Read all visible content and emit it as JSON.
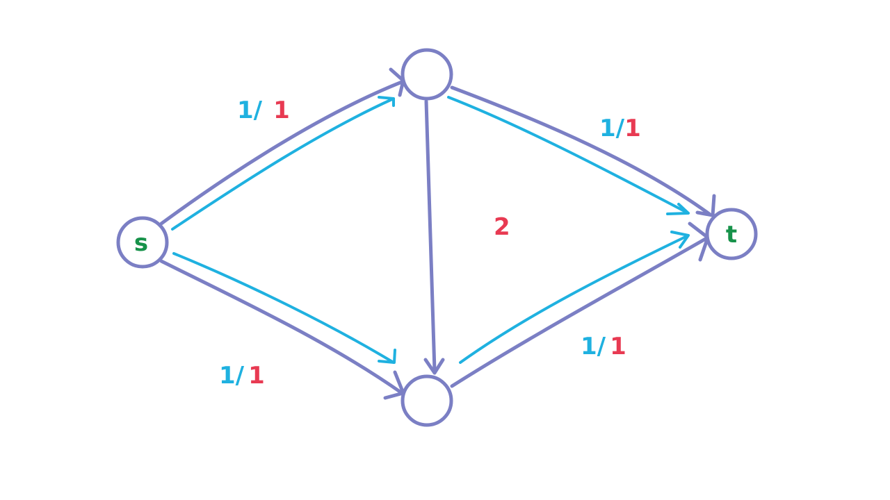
{
  "colors": {
    "edge": "#7b7fc4",
    "flow": "#1fb1e0",
    "capacity": "#e83a52",
    "node_label": "#17924a",
    "background": "#ffffff"
  },
  "nodes": {
    "s": {
      "label": "s"
    },
    "a": {
      "label": ""
    },
    "b": {
      "label": ""
    },
    "t": {
      "label": "t"
    }
  },
  "edges": {
    "s_a": {
      "flow": "1/",
      "capacity": "1"
    },
    "a_t": {
      "flow": "1/",
      "capacity": "1"
    },
    "a_b": {
      "flow": "",
      "capacity": "2"
    },
    "s_b": {
      "flow": "1/",
      "capacity": "1"
    },
    "b_t": {
      "flow": "1/",
      "capacity": "1"
    }
  }
}
